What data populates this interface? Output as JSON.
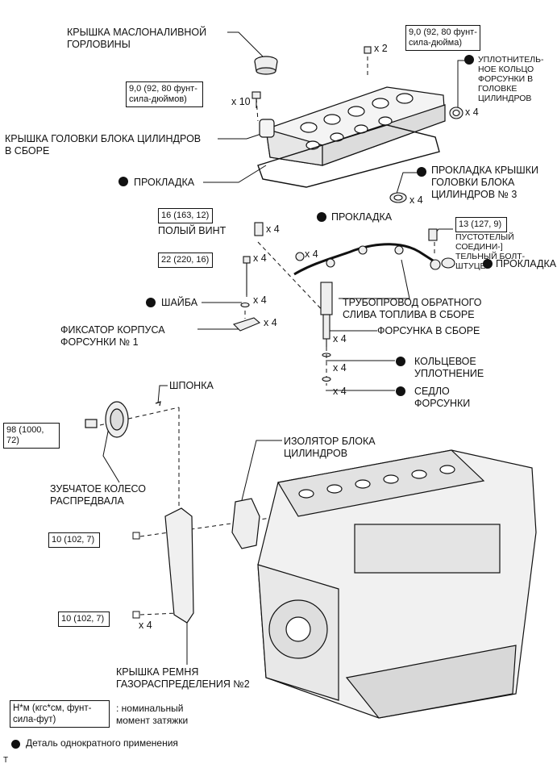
{
  "labels": {
    "oil_filler_cap": "КРЫШКА МАСЛОНАЛИВНОЙ\nГОРЛОВИНЫ",
    "head_cover_assy": "КРЫШКА ГОЛОВКИ БЛОКА ЦИЛИНДРОВ\nВ СБОРЕ",
    "gasket_head": "ПРОКЛАДКА",
    "injector_oring_head": "УПЛОТНИТЕЛЬ-\nНОЕ КОЛЬЦО\nФОРСУНКИ В\nГОЛОВКЕ\nЦИЛИНДРОВ",
    "head_cover_gasket_3": "ПРОКЛАДКА КРЫШКИ\nГОЛОВКИ БЛОКА\nЦИЛИНДРОВ № 3",
    "hollow_screw": "ПОЛЫЙ ВИНТ",
    "gasket_return": "ПРОКЛАДКА",
    "union_bolt": "ПУСТОТЕЛЫЙ СОЕДИНИ-]\nТЕЛЬНЫЙ БОЛТ-ШТУЦЕР",
    "gasket_right": "ПРОКЛАДКА",
    "washer": "ШАЙБА",
    "return_pipe": "ТРУБОПРОВОД ОБРАТНОГО\nСЛИВА ТОПЛИВА В СБОРЕ",
    "injector_clamp": "ФИКСАТОР КОРПУСА\nФОРСУНКИ № 1",
    "injector_assy": "ФОРСУНКА В СБОРЕ",
    "oring": "КОЛЬЦЕВОЕ\nУПЛОТНЕНИЕ",
    "injector_seat": "СЕДЛО\nФОРСУНКИ",
    "key": "ШПОНКА",
    "insulator": "ИЗОЛЯТОР БЛОКА\nЦИЛИНДРОВ",
    "cam_gear": "ЗУБЧАТОЕ КОЛЕСО\nРАСПРЕДВАЛА",
    "timing_cover_2": "КРЫШКА РЕМНЯ\nГАЗОРАСПРЕДЕЛЕНИЯ №2"
  },
  "torques": {
    "cover_nut": "9,0 (92, 80 фунт-\nсила-дюйма)",
    "cover_bolt": "9,0 (92, 80 фунт-\nсила-дюймов)",
    "hollow_screw": "16 (163, 12)",
    "clamp_bolt": "22 (220, 16)",
    "union_bolt": "13 (127, 9)",
    "cam_gear": "98 (1000, 72)",
    "cover2_upper": "10 (102, 7)",
    "cover2_lower": "10 (102, 7)"
  },
  "quantities": {
    "nut": "x 2",
    "bolt10": "x 10",
    "oring_head": "x 4",
    "gasket3": "x 4",
    "hollow": "x 4",
    "gasket_ret": "x 4",
    "clamp_bolt": "x 4",
    "washer": "x 4",
    "clamp": "x 4",
    "injector": "x 4",
    "oring": "x 4",
    "seat": "x 4",
    "cover2_lower": "x 4"
  },
  "legend": {
    "torque_unit": "Н*м (кгс*см, фунт-\nсила-фут)",
    "torque_desc": ": номинальный\nмомент затяжки",
    "single_use": "Деталь однократного применения"
  },
  "corner_mark": "T",
  "colors": {
    "ink": "#111111",
    "paper": "#ffffff",
    "part_fill": "#f2f2f2"
  }
}
